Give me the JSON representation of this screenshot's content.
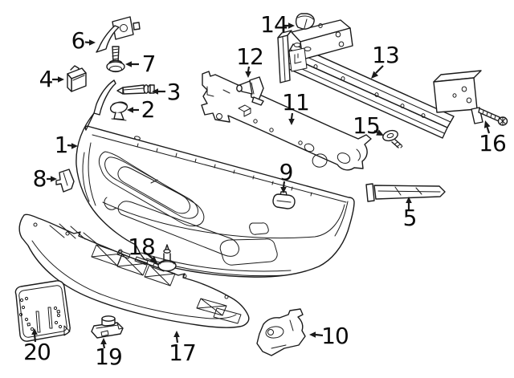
{
  "figure": {
    "type": "exploded-parts-line-diagram"
  },
  "colors": {
    "background": "#ffffff",
    "line": "#1a1a1a",
    "label_text": "#0a0a0a"
  },
  "callouts": [
    {
      "number": "1"
    },
    {
      "number": "2"
    },
    {
      "number": "3"
    },
    {
      "number": "4"
    },
    {
      "number": "5"
    },
    {
      "number": "6"
    },
    {
      "number": "7"
    },
    {
      "number": "8"
    },
    {
      "number": "9"
    },
    {
      "number": "10"
    },
    {
      "number": "11"
    },
    {
      "number": "12"
    },
    {
      "number": "13"
    },
    {
      "number": "14"
    },
    {
      "number": "15"
    },
    {
      "number": "16"
    },
    {
      "number": "17"
    },
    {
      "number": "18"
    },
    {
      "number": "19"
    },
    {
      "number": "20"
    }
  ]
}
